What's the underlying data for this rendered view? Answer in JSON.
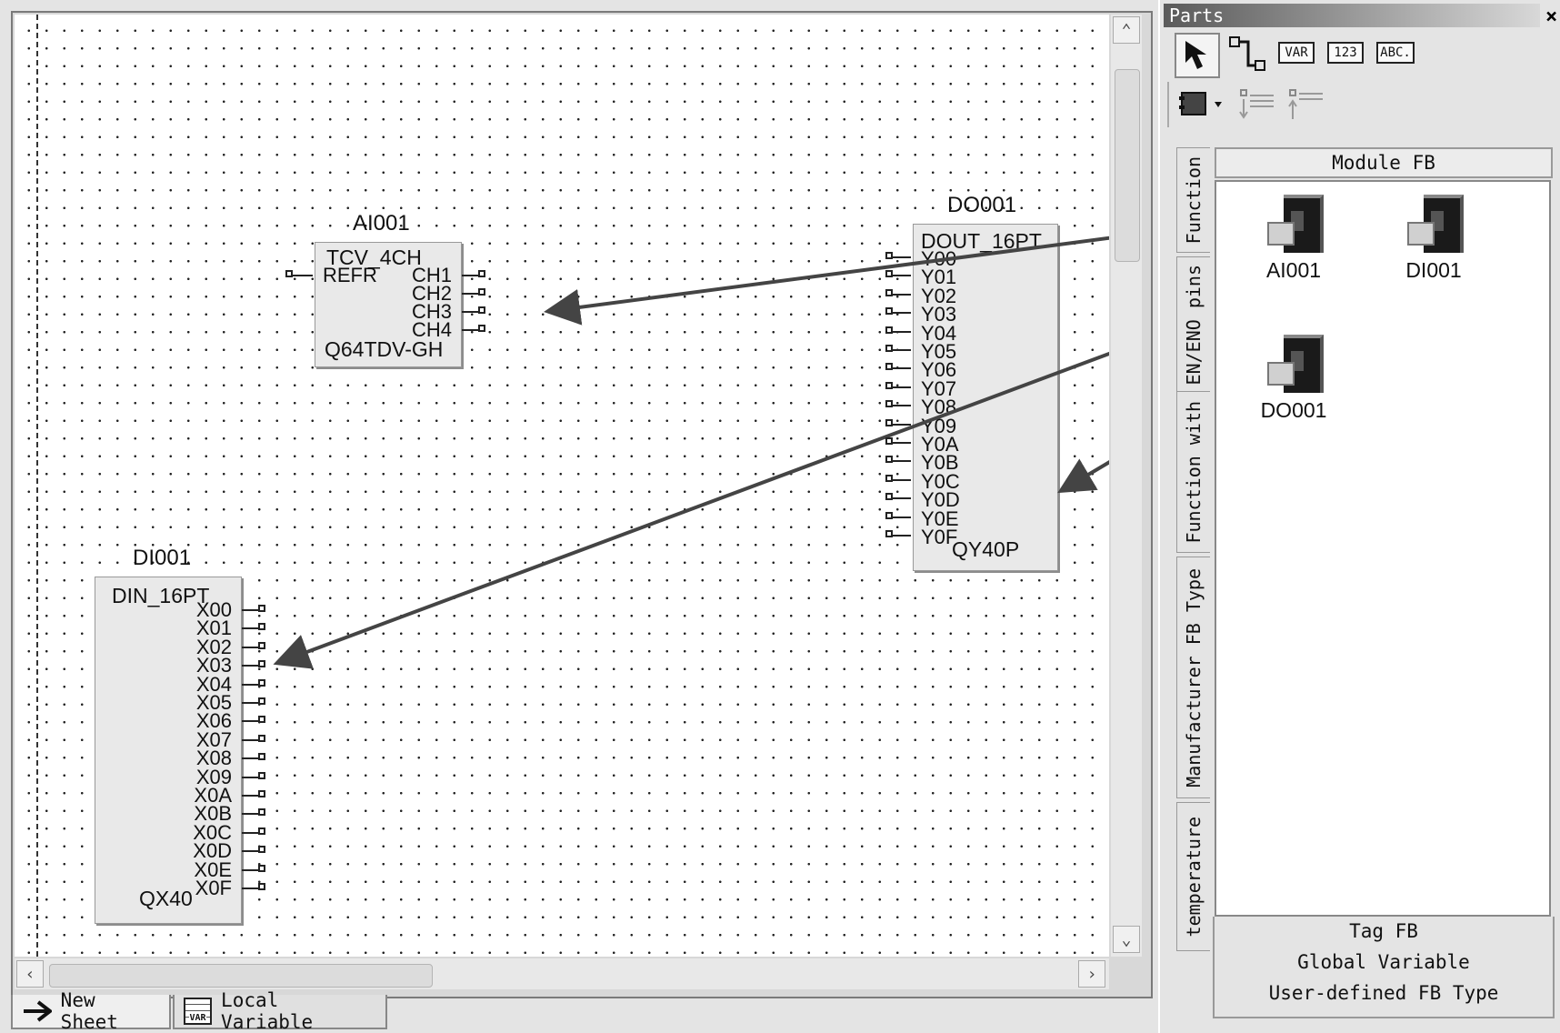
{
  "canvas": {
    "function_blocks": [
      {
        "id": "ai",
        "name": "AI001",
        "type": "TCV_4CH",
        "input_pins": [
          "REFR"
        ],
        "output_pins": [
          "CH1",
          "CH2",
          "CH3",
          "CH4"
        ],
        "model": "Q64TDV-GH"
      },
      {
        "id": "do",
        "name": "DO001",
        "type": "DOUT_16PT",
        "input_pins": [
          "Y00",
          "Y01",
          "Y02",
          "Y03",
          "Y04",
          "Y05",
          "Y06",
          "Y07",
          "Y08",
          "Y09",
          "Y0A",
          "Y0B",
          "Y0C",
          "Y0D",
          "Y0E",
          "Y0F"
        ],
        "model": "QY40P"
      },
      {
        "id": "di",
        "name": "DI001",
        "type": "DIN_16PT",
        "output_pins": [
          "X00",
          "X01",
          "X02",
          "X03",
          "X04",
          "X05",
          "X06",
          "X07",
          "X08",
          "X09",
          "X0A",
          "X0B",
          "X0C",
          "X0D",
          "X0E",
          "X0F"
        ],
        "model": "QX40"
      }
    ]
  },
  "sheet_tabs": {
    "new_sheet": "New Sheet",
    "local_variable": "Local Variable",
    "local_variable_icon_text": "VAR"
  },
  "parts": {
    "title": "Parts",
    "close": "×",
    "toolbar": {
      "var": "VAR",
      "num": "123",
      "abc": "ABC."
    },
    "side_tabs": [
      "Function",
      "EN/ENO pins",
      "Function with",
      "Manufacturer FB Type",
      "temperature"
    ],
    "module_fb": {
      "header": "Module FB",
      "items": [
        "AI001",
        "DI001",
        "DO001"
      ]
    },
    "bottom_tabs": [
      "Tag FB",
      "Global Variable",
      "User-defined FB Type"
    ]
  }
}
